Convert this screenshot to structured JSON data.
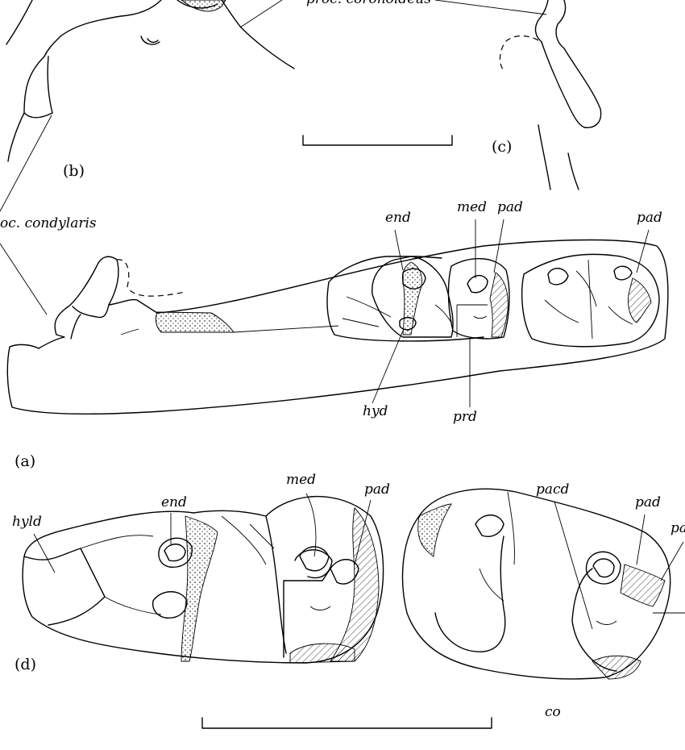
{
  "panels": {
    "a": "(a)",
    "b": "(b)",
    "c": "(c)",
    "d": "(d)"
  },
  "labels": {
    "proc_coronoideus": "proc. coronoideus",
    "proc_condylaris": "oc. condylaris",
    "end_a": "end",
    "med_a": "med",
    "pad_a1": "pad",
    "pad_a2": "pad",
    "hyd_a": "hyd",
    "prd_a": "prd",
    "hyld_d": "hyld",
    "end_d": "end",
    "med_d": "med",
    "pad_d1": "pad",
    "pacd_d": "pacd",
    "pad_d2": "pad",
    "pa_d": "pa",
    "co_d": "co"
  },
  "colors": {
    "ink": "#000000",
    "paper": "#ffffff"
  }
}
